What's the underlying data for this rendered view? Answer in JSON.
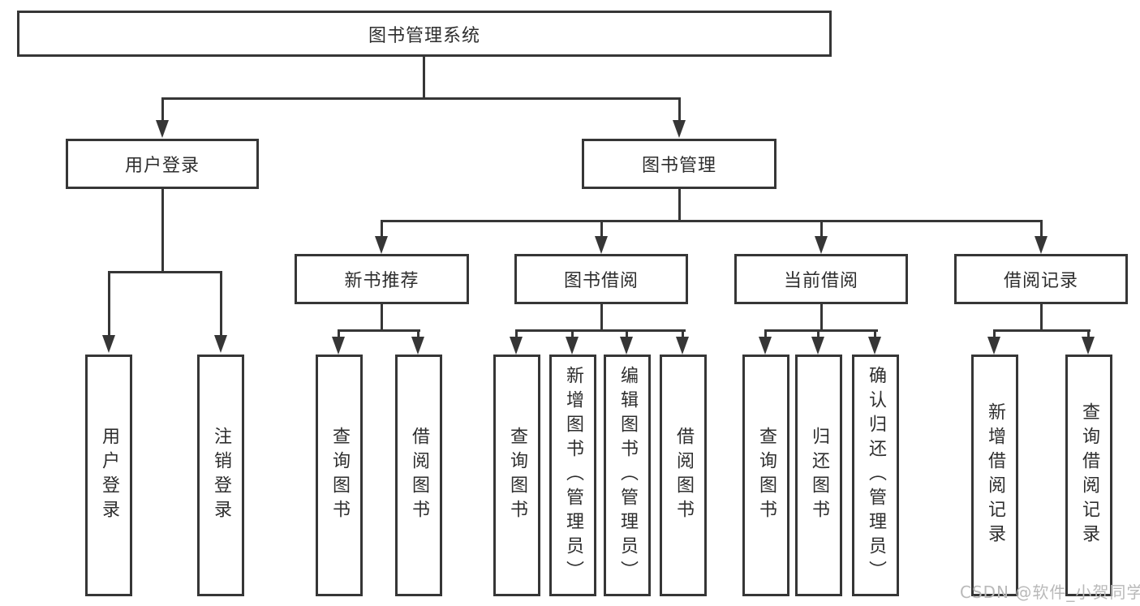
{
  "diagram": {
    "title_node": {
      "label": "图书管理系统"
    },
    "level2": [
      {
        "label": "用户登录"
      },
      {
        "label": "图书管理"
      }
    ],
    "level3": [
      {
        "label": "新书推荐"
      },
      {
        "label": "图书借阅"
      },
      {
        "label": "当前借阅"
      },
      {
        "label": "借阅记录"
      }
    ],
    "leaves": {
      "user_login": [
        "用户登录",
        "注销登录"
      ],
      "new_books": [
        "查询图书",
        "借阅图书"
      ],
      "book_borrow": [
        "查询图书",
        "新增图书（管理员）",
        "编辑图书（管理员）",
        "借阅图书"
      ],
      "current_borrow": [
        "查询图书",
        "归还图书",
        "确认归还（管理员）"
      ],
      "borrow_records": [
        "新增借阅记录",
        "查询借阅记录"
      ]
    },
    "watermark": "CSDN @软件_小贺同学",
    "colors": {
      "line": "#363636",
      "text": "#2e2e2e",
      "watermark": "#b9b9b9",
      "background": "#ffffff"
    }
  }
}
